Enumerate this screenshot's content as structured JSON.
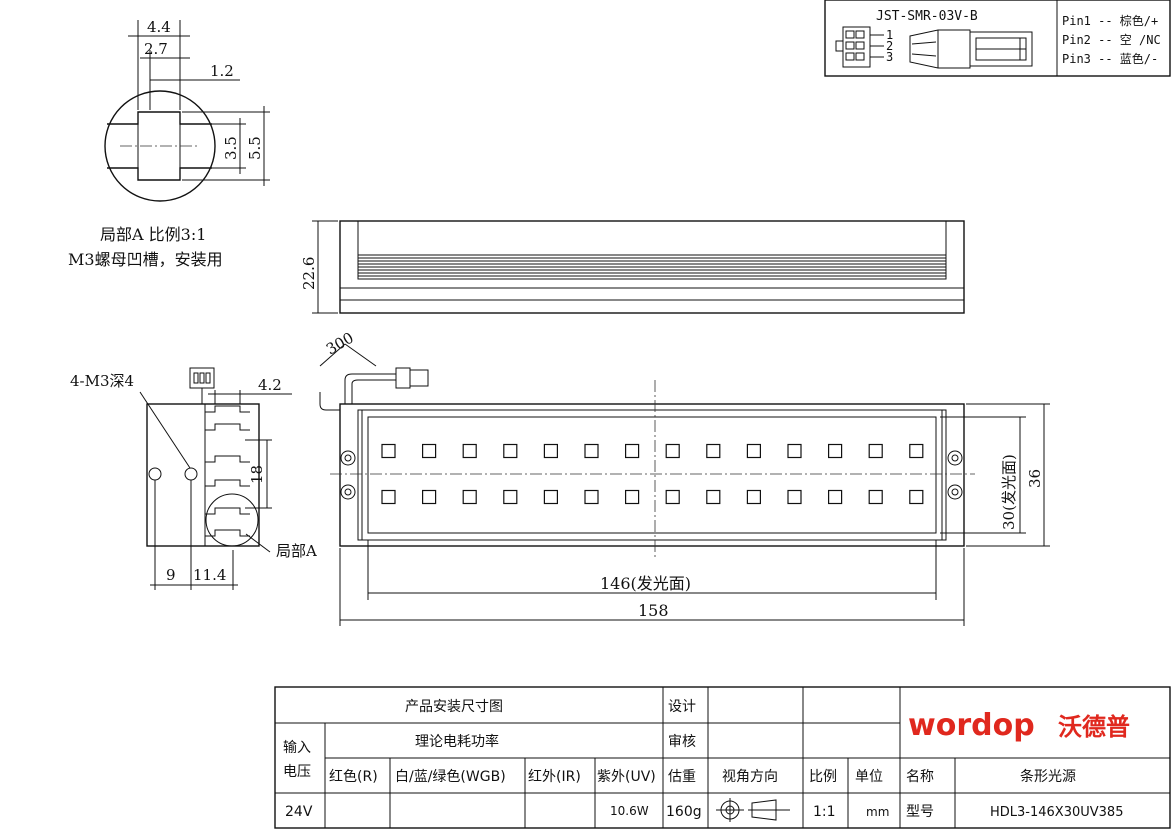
{
  "connector": {
    "model": "JST-SMR-03V-B",
    "pin_numbers": [
      "1",
      "2",
      "3"
    ],
    "pins": [
      "Pin1 -- 棕色/+",
      "Pin2 -- 空 /NC",
      "Pin3 -- 蓝色/-"
    ]
  },
  "detail_a": {
    "dims": [
      "4.4",
      "2.7",
      "1.2",
      "3.5",
      "5.5"
    ],
    "caption_1": "局部A 比例3:1",
    "caption_2": "M3螺母凹槽，安装用"
  },
  "side_view": {
    "height_dim": "22.6"
  },
  "end_view": {
    "hole_label": "4-M3深4",
    "dim_top": "4.2",
    "dim_18": "18",
    "dim_9": "9",
    "dim_11_4": "11.4",
    "detail_label": "局部A"
  },
  "front_view": {
    "cable_len": "300",
    "emit_width": "146(发光面)",
    "total_len": "158",
    "emit_height": "30(发光面)",
    "total_height": "36",
    "led_rows": 2,
    "led_cols": 14
  },
  "title_block": {
    "drawing_title": "产品安装尺寸图",
    "designer_label": "设计",
    "reviewer_label": "审核",
    "input_label_1": "输入",
    "input_label_2": "电压",
    "power_header": "理论电耗功率",
    "col_red": "红色(R)",
    "col_wgb": "白/蓝/绿色(WGB)",
    "col_ir": "红外(IR)",
    "col_uv": "紫外(UV)",
    "weight_label": "估重",
    "view_label": "视角方向",
    "scale_label": "比例",
    "unit_label": "单位",
    "name_label": "名称",
    "name_value": "条形光源",
    "voltage": "24V",
    "uv_power": "10.6W",
    "weight": "160g",
    "scale": "1:1",
    "unit": "mm",
    "model_label": "型号",
    "model_value": "HDL3-146X30UV385",
    "brand_logo": "wordop",
    "brand_cn": "沃德普",
    "brand_color": "#e0281e"
  }
}
